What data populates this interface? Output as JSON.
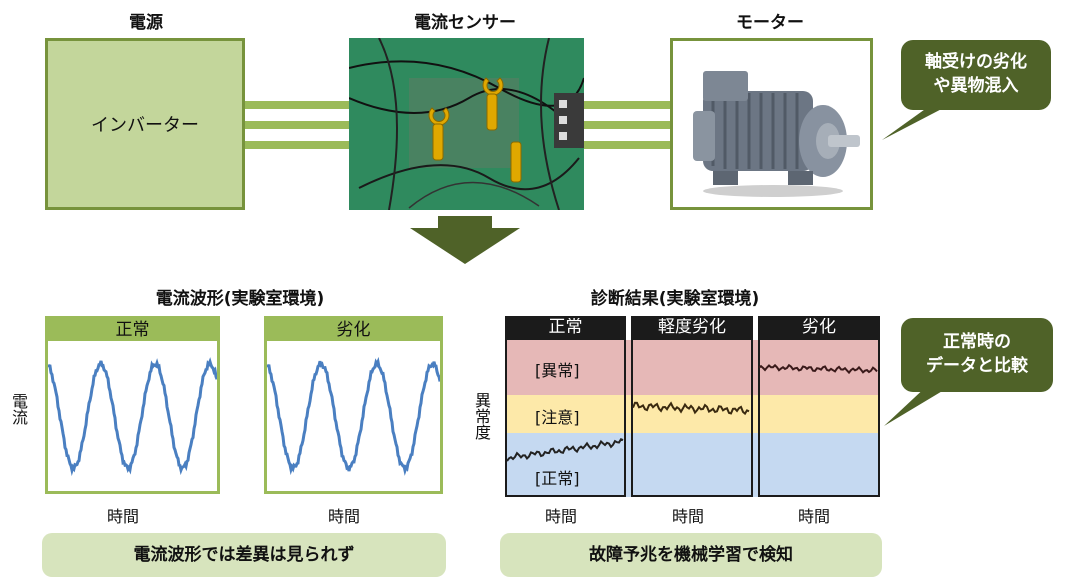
{
  "power": {
    "title": "電源",
    "inverter": "インバーター"
  },
  "sensor": {
    "title": "電流センサー"
  },
  "motor": {
    "title": "モーター"
  },
  "callout_top": {
    "line1": "軸受けの劣化",
    "line2": "や異物混入"
  },
  "waveform": {
    "title": "電流波形(実験室環境)",
    "y_label": "電流",
    "panels": [
      {
        "label": "正常",
        "time": "時間"
      },
      {
        "label": "劣化",
        "time": "時間"
      }
    ],
    "caption": "電流波形では差異は見られず"
  },
  "diagnosis": {
    "title": "診断結果(実験室環境)",
    "y_label": "異常度",
    "zones": {
      "abnormal": "[異常]",
      "caution": "[注意]",
      "normal": "[正常]"
    },
    "columns": [
      {
        "label": "正常",
        "time": "時間"
      },
      {
        "label": "軽度劣化",
        "time": "時間"
      },
      {
        "label": "劣化",
        "time": "時間"
      }
    ],
    "caption": "故障予兆を機械学習で検知"
  },
  "callout_bottom": {
    "line1": "正常時の",
    "line2": "データと比較"
  },
  "colors": {
    "accent": "#77933c",
    "dark": "#4f6228",
    "wave": "#4a7fc1",
    "abnormal": "#e6b8b7",
    "caution": "#fde9a9",
    "normal": "#c5d9f1"
  }
}
